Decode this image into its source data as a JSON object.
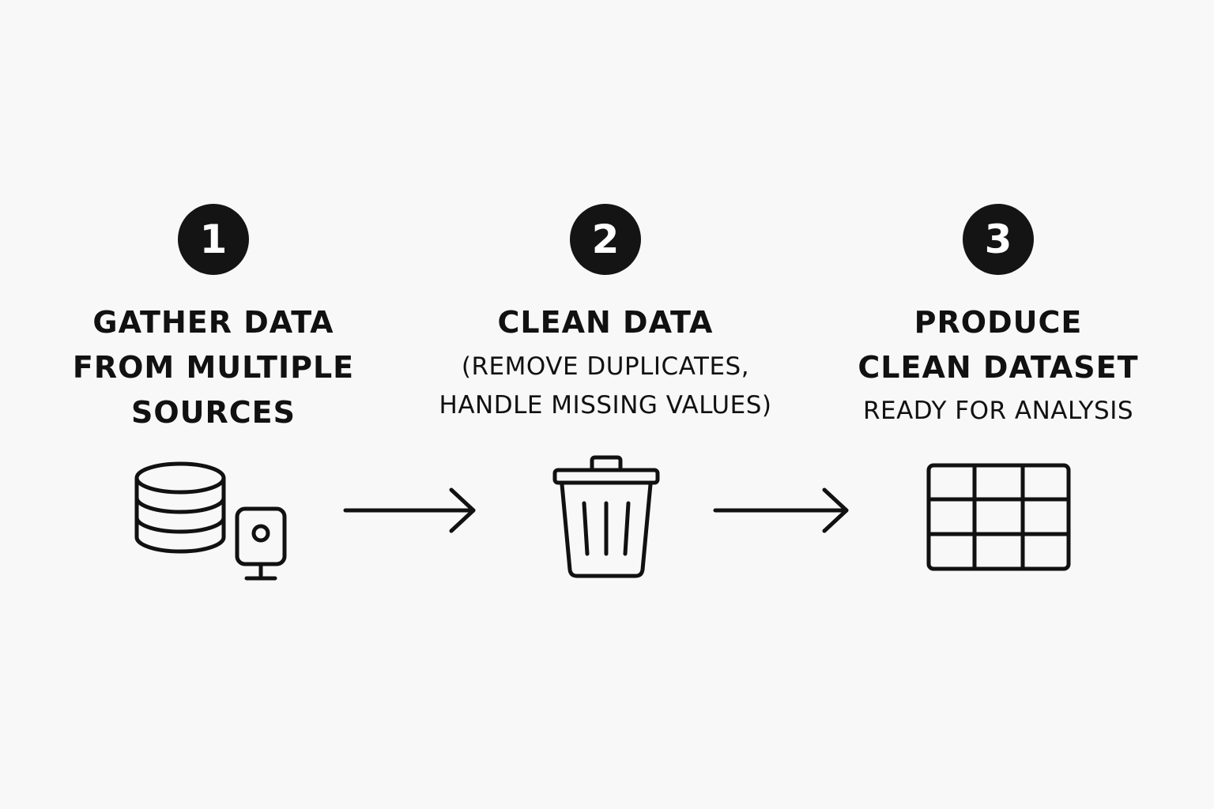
{
  "steps": [
    {
      "number": "1",
      "title_lines": [
        "GATHER DATA",
        "FROM MULTIPLE",
        "SOURCES"
      ],
      "icon": "database-icon"
    },
    {
      "number": "2",
      "title_lines": [
        "CLEAN DATA"
      ],
      "subtitle_lines": [
        "(REMOVE DUPLICATES,",
        "HANDLE MISSING VALUES)"
      ],
      "icon": "trash-can-icon"
    },
    {
      "number": "3",
      "title_lines": [
        "PRODUCE",
        "CLEAN DATASET"
      ],
      "subtitle_lines": [
        "READY FOR ANALYSIS"
      ],
      "icon": "table-grid-icon"
    }
  ],
  "colors": {
    "background": "#f8f8f8",
    "ink": "#111111",
    "badge": "#141414"
  }
}
